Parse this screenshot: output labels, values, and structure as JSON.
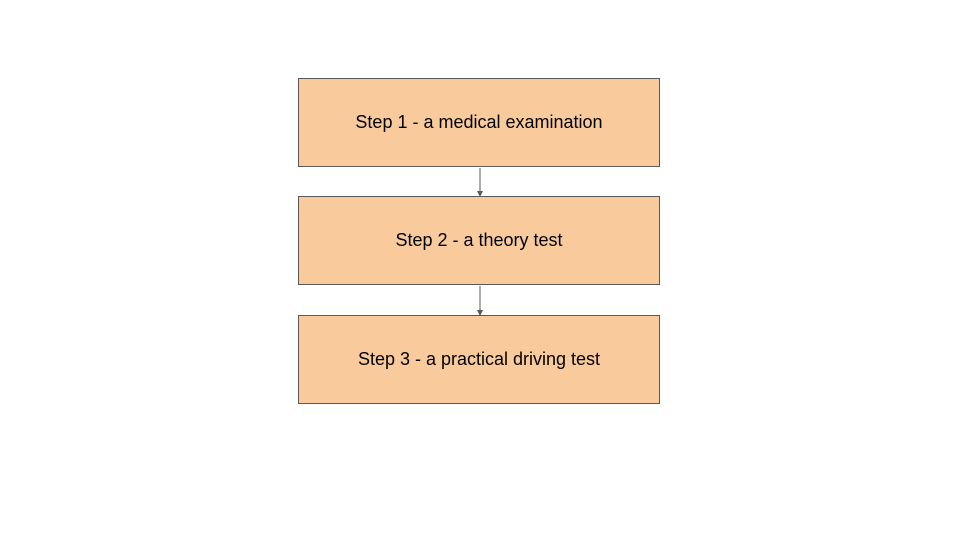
{
  "flowchart": {
    "steps": [
      {
        "label": "Step 1 - a medical examination"
      },
      {
        "label": "Step 2 - a theory test"
      },
      {
        "label": "Step 3 - a practical driving test"
      }
    ],
    "colors": {
      "box_fill": "#f9cb9c",
      "box_border": "#595959",
      "connector": "#595959",
      "text": "#000000",
      "background": "#ffffff"
    }
  }
}
